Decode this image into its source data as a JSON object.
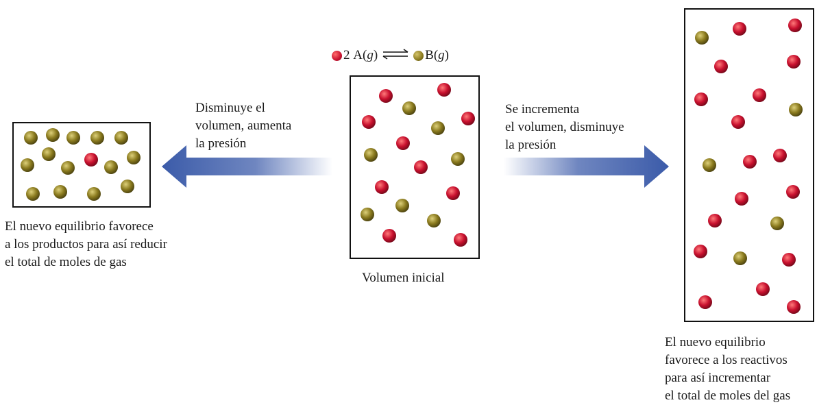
{
  "equation": {
    "reactant_coef": "2",
    "reactant_species": "A",
    "reactant_state": "g",
    "product_species": "B",
    "product_state": "g"
  },
  "colors": {
    "A_particle": "#c8102e",
    "B_particle": "#8a7a1e",
    "arrow": "#3b5ba9"
  },
  "center_box": {
    "caption": "Volumen inicial"
  },
  "left": {
    "arrow_label": [
      "Disminuye el",
      "volumen, aumenta",
      "la presión"
    ],
    "caption": [
      "El nuevo equilibrio favorece",
      "a los productos para así reducir",
      "el total de moles de gas"
    ]
  },
  "right": {
    "arrow_label": [
      "Se incrementa",
      "el volumen, disminuye",
      "la presión"
    ],
    "caption": [
      "El nuevo equilibrio",
      "favorece a los reactivos",
      "para así incrementar",
      "el total de moles del gas"
    ]
  }
}
